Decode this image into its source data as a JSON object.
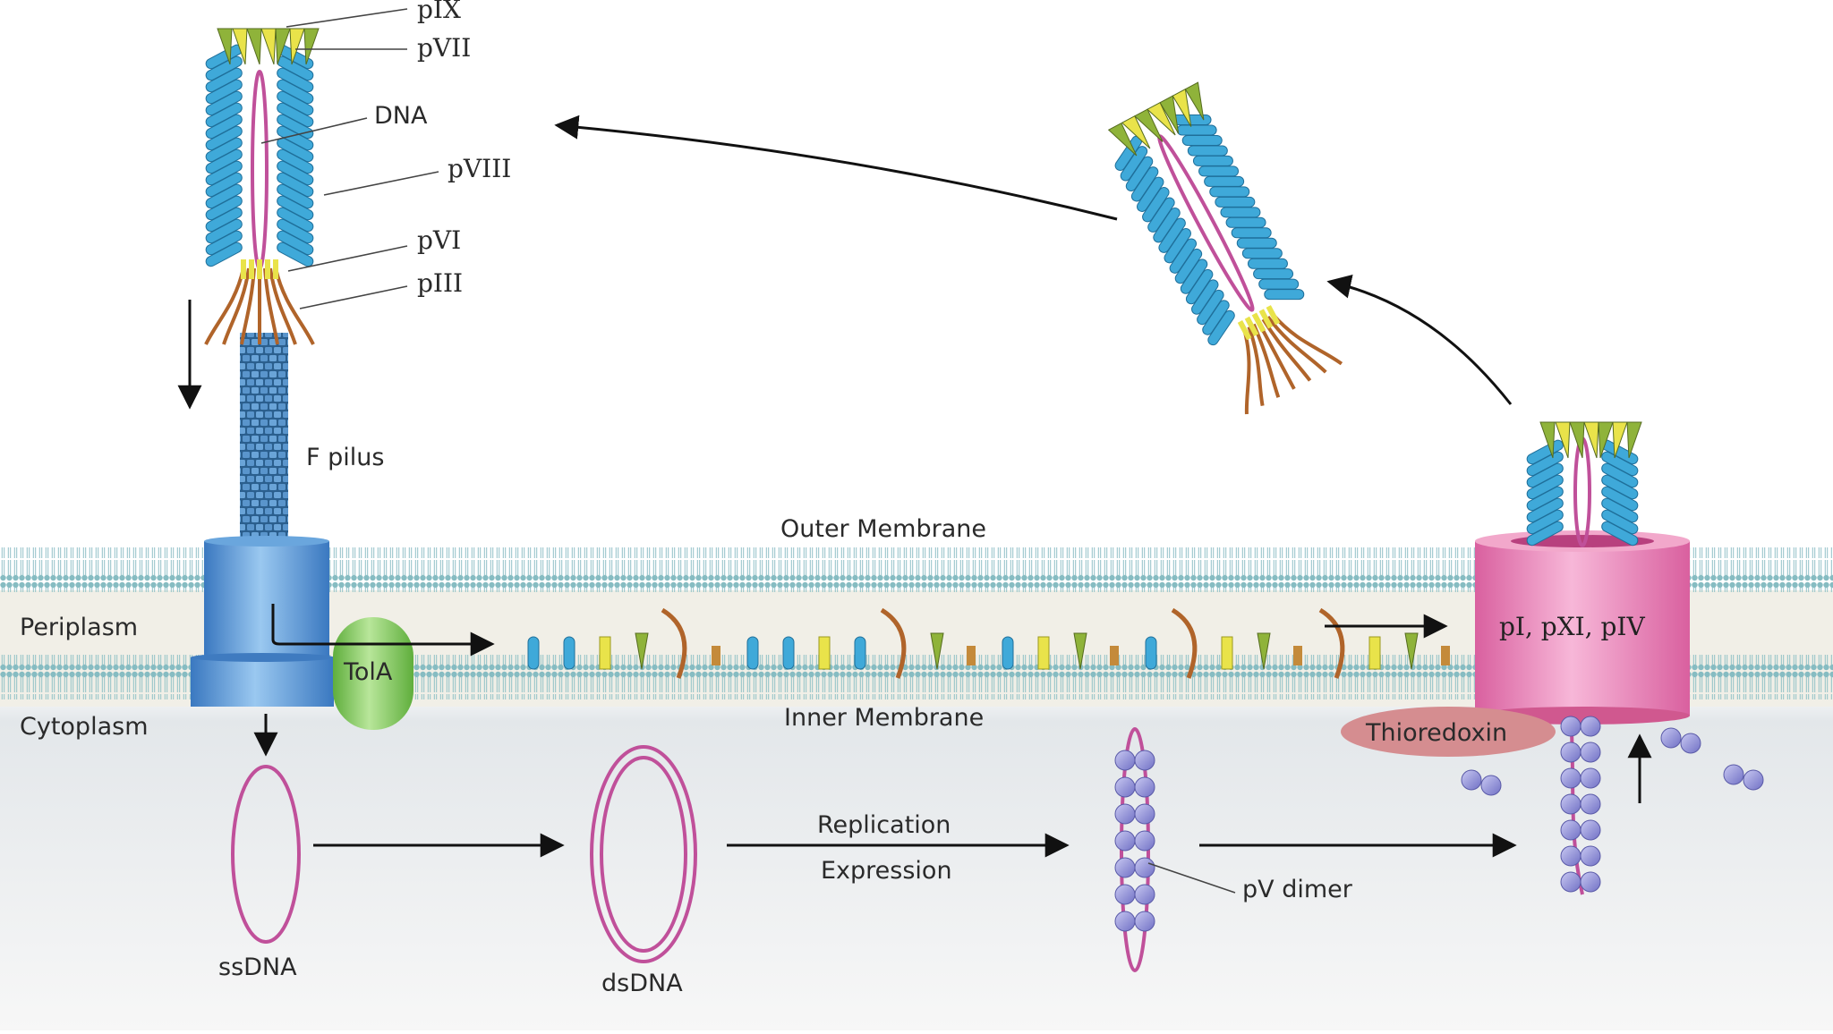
{
  "labels": {
    "pIX": "pIX",
    "pVII": "pVII",
    "DNA": "DNA",
    "pVIII": "pVIII",
    "pVI": "pVI",
    "pIII": "pIII",
    "f_pilus": "F pilus",
    "outer_membrane": "Outer Membrane",
    "periplasm": "Periplasm",
    "cytoplasm": "Cytoplasm",
    "inner_membrane": "Inner Membrane",
    "tola": "TolA",
    "assembly_complex": "pI, pXI, pIV",
    "thioredoxin": "Thioredoxin",
    "replication": "Replication",
    "expression": "Expression",
    "pv_dimer": "pV dimer",
    "ssdna": "ssDNA",
    "dsdna": "dsDNA"
  },
  "colors": {
    "pVIII": "#3fa9d9",
    "pVII": "#e9e34a",
    "pIX": "#8fb33a",
    "pIII": "#b0642a",
    "dna": "#c0509a",
    "tola": "#7cc25a",
    "assembly": "#e77fb3",
    "thioredoxin": "#d58d90",
    "pv": "#9a9ad8",
    "membrane": "#86bcc2",
    "channel": "#4a8ccc"
  }
}
